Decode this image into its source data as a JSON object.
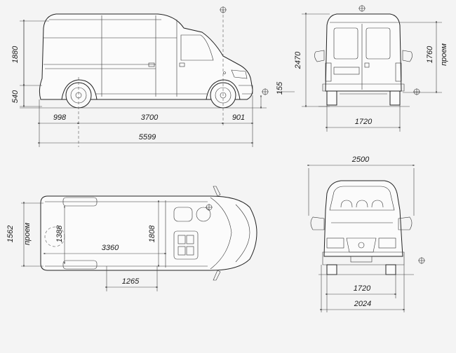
{
  "side_view": {
    "height_upper": "1880",
    "height_lower": "540",
    "ground_clearance": "155",
    "front_overhang": "998",
    "wheelbase": "3700",
    "rear_overhang": "901",
    "overall_length": "5599"
  },
  "rear_view": {
    "overall_height": "2470",
    "door_opening_height": "1760",
    "door_opening_label": "проем",
    "track_width": "1720"
  },
  "top_view": {
    "cargo_width_left": "1562",
    "opening_label": "проем",
    "wheel_arch_gap": "1388",
    "cargo_length": "3360",
    "cargo_width": "1808",
    "side_door_width": "1265"
  },
  "front_view": {
    "mirror_width": "2500",
    "track_width": "1720",
    "body_width": "2024"
  },
  "colors": {
    "background": "#f4f4f4",
    "line": "#222222"
  }
}
